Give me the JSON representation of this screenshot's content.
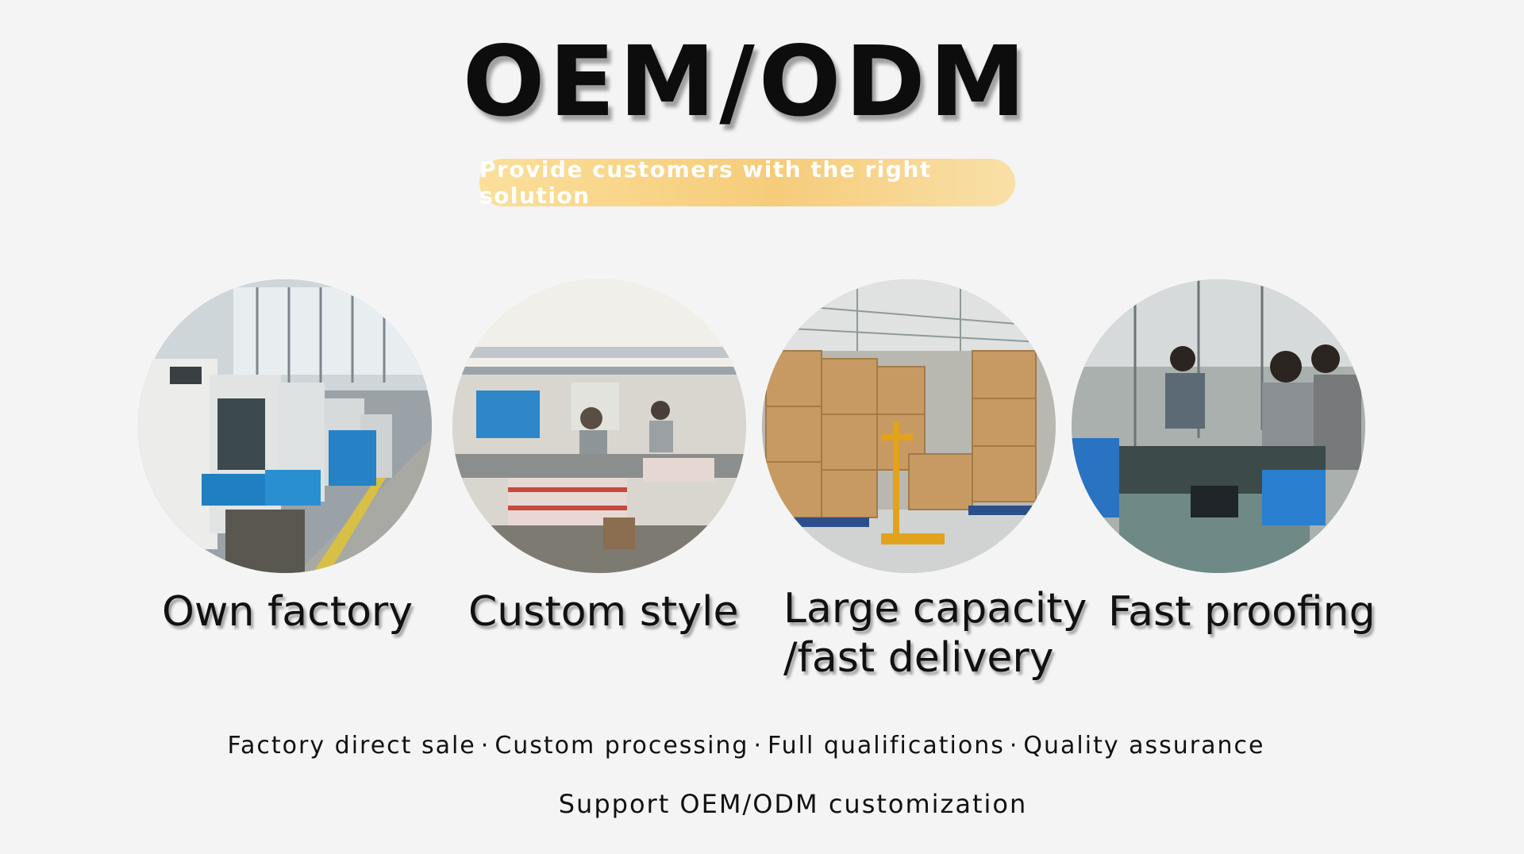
{
  "title": "OEM/ODM",
  "subtitle": "Provide customers with the right solution",
  "cards": [
    {
      "caption_line1": "Own factory",
      "caption_line2": ""
    },
    {
      "caption_line1": "Custom style",
      "caption_line2": ""
    },
    {
      "caption_line1": "Large capacity",
      "caption_line2": "/fast delivery"
    },
    {
      "caption_line1": "Fast proofing",
      "caption_line2": ""
    }
  ],
  "features": [
    "Factory direct sale",
    "Custom processing",
    "Full qualifications",
    "Quality assurance"
  ],
  "separator": "·",
  "support_text": "Support OEM/ODM customization",
  "colors": {
    "pill_start": "#fbdf9a",
    "pill_end": "#f6cc7a",
    "text": "#111111",
    "background": "#f4f4f4"
  }
}
